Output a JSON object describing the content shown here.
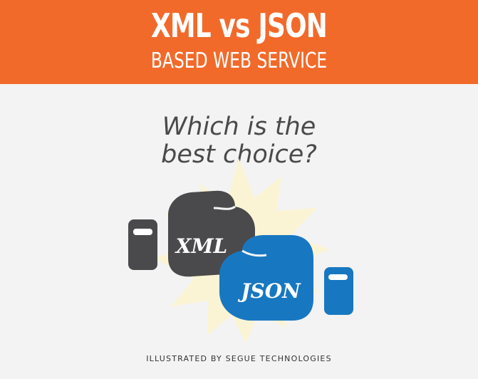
{
  "header": {
    "title": "XML vs JSON",
    "subtitle": "BASED WEB SERVICE",
    "background_color": "#f26a2a"
  },
  "question": {
    "line1": "Which is the",
    "line2": "best choice?"
  },
  "illustration": {
    "glove_left_label": "XML",
    "glove_left_color": "#4a4a4c",
    "glove_right_label": "JSON",
    "glove_right_color": "#1877c1",
    "burst_color": "#fbf4d4",
    "icons": [
      "starburst-icon",
      "boxing-glove-icon"
    ]
  },
  "credit": "ILLUSTRATED BY SEGUE TECHNOLOGIES"
}
